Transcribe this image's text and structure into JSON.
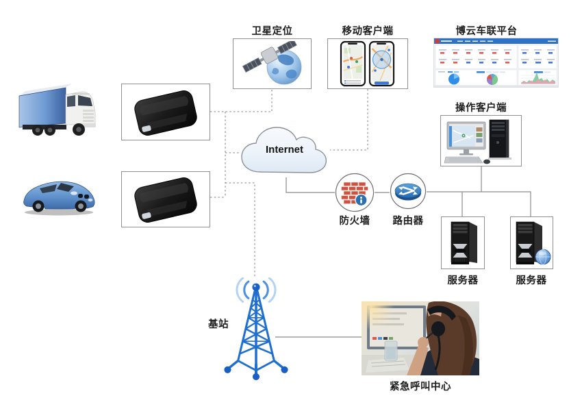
{
  "labels": {
    "satellite": "卫星定位",
    "mobile_client": "移动客户端",
    "cloud_platform": "博云车联平台",
    "operator_client": "操作客户端",
    "internet": "Internet",
    "firewall": "防火墙",
    "router": "路由器",
    "server_left": "服务器",
    "server_right": "服务器",
    "base_station": "基站",
    "emergency_center": "紧急呼叫中心"
  },
  "icons": {
    "vehicles": [
      "truck-icon",
      "car-icon"
    ],
    "devices": [
      "gps-tracker-icon",
      "gps-tracker-icon"
    ],
    "network": [
      "internet-cloud-icon",
      "firewall-icon",
      "router-icon",
      "signal-tower-icon"
    ],
    "endpoints": [
      "satellite-globe-icon",
      "smartphone-maps-icon",
      "web-dashboard-icon",
      "desktop-computer-icon",
      "server-tower-icon",
      "server-tower-globe-icon",
      "call-center-photo"
    ]
  },
  "colors": {
    "label_text": "#1c1c1c",
    "solid_line": "#8a8a8a",
    "dashed_line": "#9a9a9a",
    "box_border": "#8f8f8f",
    "cloud_fill": "#e9f1f9",
    "tower_blue": "#1f6fd0",
    "brick_red": "#c9473a",
    "router_blue": "#3c8ccc",
    "dashboard_header_blue": "#2f72c5",
    "dashboard_logo_red": "#d83a32",
    "truck_cargo_blue": "#6f9bd3",
    "car_blue": "#6b9fd8"
  }
}
